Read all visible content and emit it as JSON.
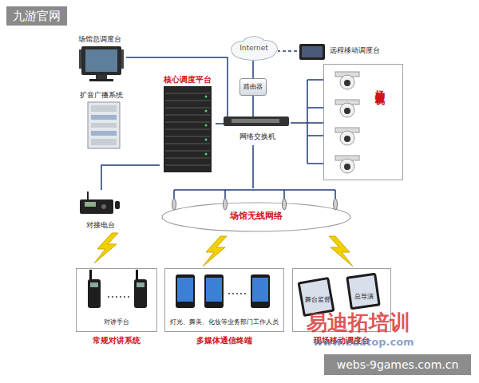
{
  "diagram": {
    "nodes": [
      {
        "text": [
          "场馆总调度台"
        ]
      },
      {
        "text": [
          "Internet"
        ]
      },
      {
        "text": [
          "远程移动调度台"
        ]
      },
      {
        "text": [
          "扩音广播系统"
        ]
      },
      {
        "text": [
          "核心调度平台"
        ]
      },
      {
        "text": [
          "路由器"
        ]
      },
      {
        "text": [
          "场馆监控摄像机"
        ]
      },
      {
        "text": [
          "网络交换机"
        ]
      },
      {
        "text": [
          "对接电台"
        ]
      },
      {
        "text": [
          "场馆无线网络"
        ]
      },
      {
        "text": [
          "对讲手台",
          "常规对讲系统"
        ]
      },
      {
        "text": [
          "灯光、舞美、化妆等业务部门工作人员",
          "多媒体通信终端"
        ]
      },
      {
        "text": [
          "舞台监督",
          "总导演",
          "现场移动调度台"
        ]
      }
    ],
    "edges": [
      {
        "from": 0,
        "to": 7,
        "arrow": "none"
      },
      {
        "from": 4,
        "to": 7,
        "arrow": "none"
      },
      {
        "from": 2,
        "to": 1,
        "arrow": "none"
      },
      {
        "from": 1,
        "to": 5,
        "arrow": "none"
      },
      {
        "from": 5,
        "to": 7,
        "arrow": "none"
      },
      {
        "from": 7,
        "to": 6,
        "arrow": "none"
      },
      {
        "from": 7,
        "to": 9,
        "arrow": "none"
      },
      {
        "from": 4,
        "to": 8,
        "arrow": "none"
      }
    ],
    "labels": [
      "九游官网",
      "易迪拓培训",
      "www.edatop.com",
      "webs-9games.com.cn"
    ]
  }
}
